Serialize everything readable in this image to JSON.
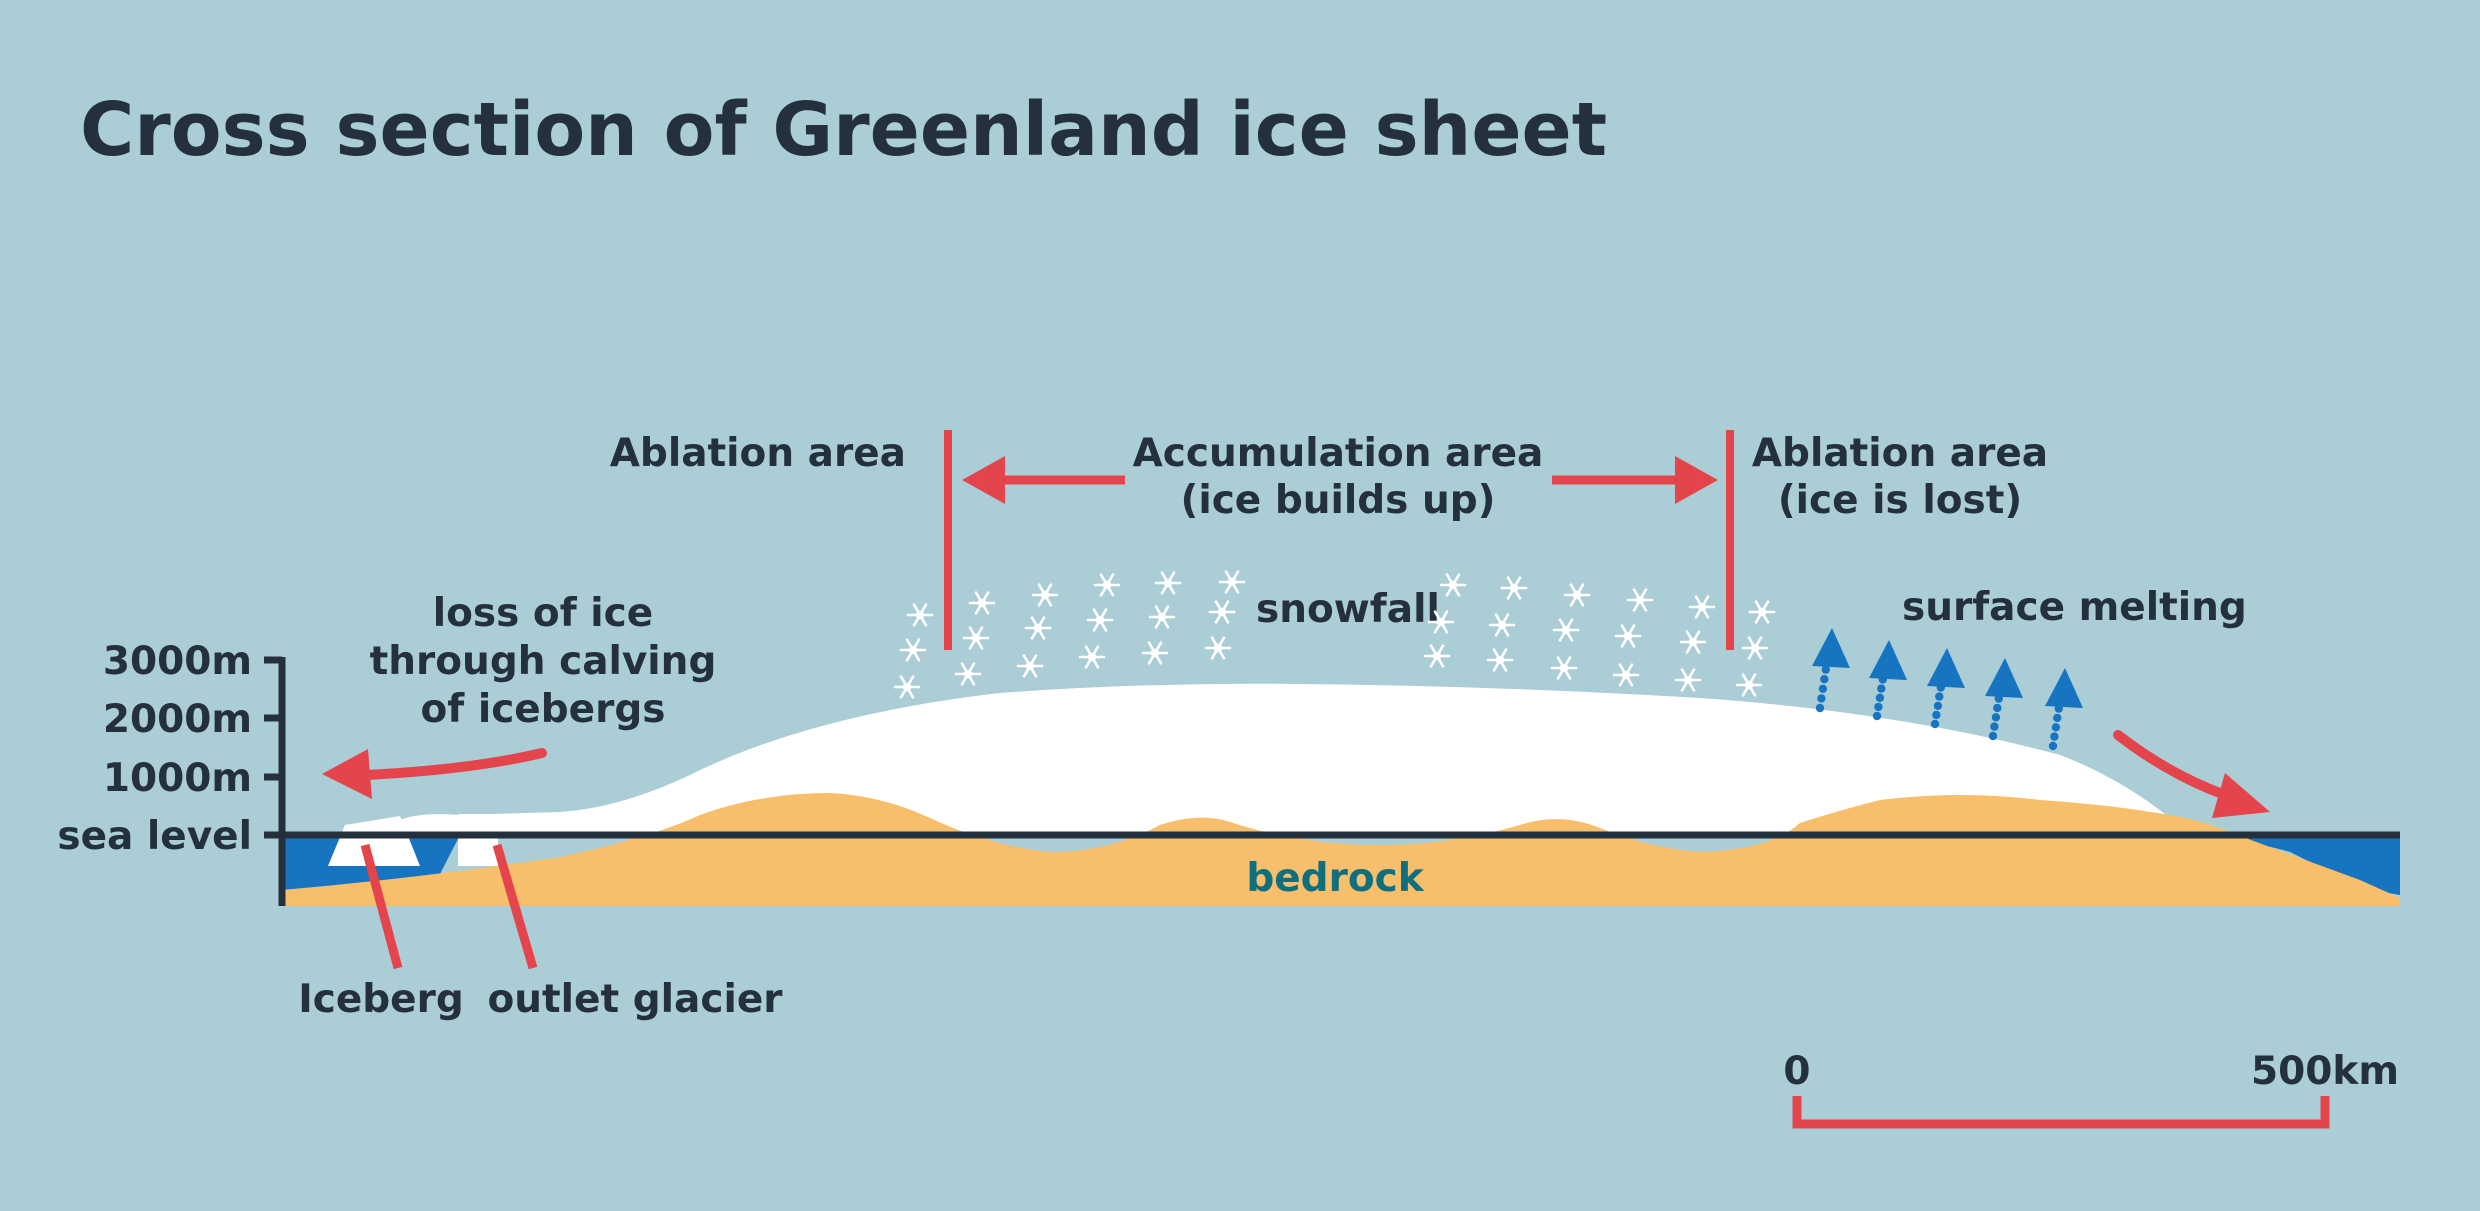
{
  "title": "Cross section of Greenland ice sheet",
  "axis": {
    "tick_labels": [
      "3000m",
      "2000m",
      "1000m",
      "sea level"
    ]
  },
  "labels": {
    "ablation_left": "Ablation area",
    "accumulation_line1": "Accumulation area",
    "accumulation_line2": "(ice builds up)",
    "ablation_right_line1": "Ablation area",
    "ablation_right_line2": "(ice is lost)",
    "snowfall": "snowfall",
    "surface_melting": "surface melting",
    "calving_line1": "loss of ice",
    "calving_line2": "through calving",
    "calving_line3": "of icebergs",
    "bedrock": "bedrock",
    "iceberg": "Iceberg",
    "outlet_glacier": "outlet glacier"
  },
  "scale_bar": {
    "start_label": "0",
    "end_label": "500km"
  },
  "icons": [
    "snowflake-icon",
    "melt-arrow-icon",
    "red-arrow-icon"
  ],
  "colors": {
    "background": "#abced6",
    "ice": "#ffffff",
    "bedrock": "#f7be6b",
    "sea": "#1674c0",
    "accent_red": "#e4454d",
    "text_dark": "#24313d",
    "bedrock_text": "#0f6f7d"
  }
}
